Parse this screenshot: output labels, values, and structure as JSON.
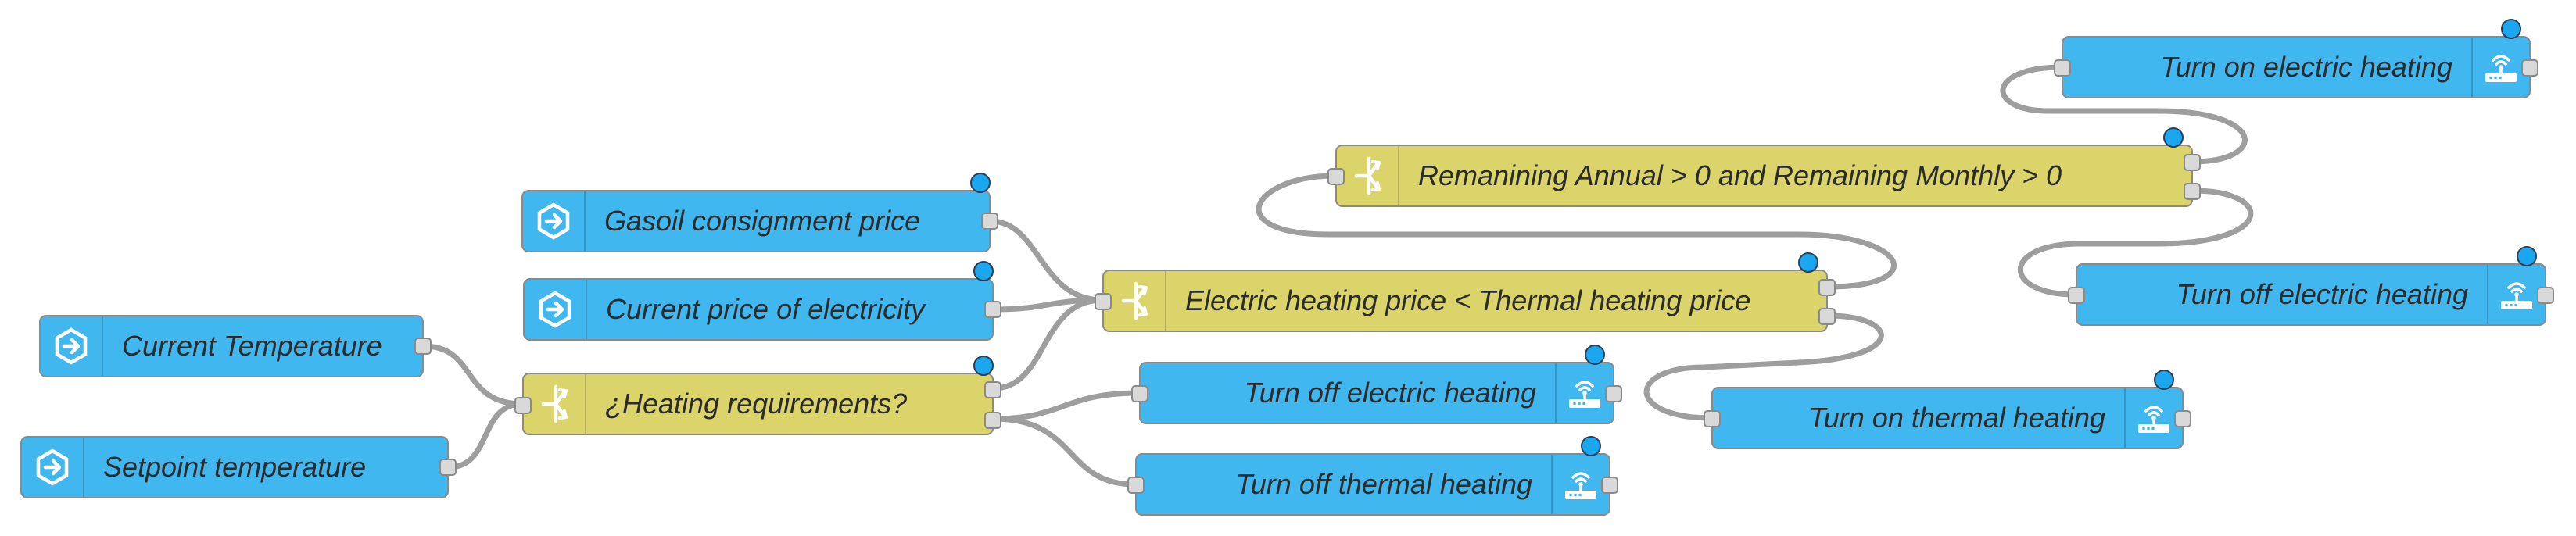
{
  "colors": {
    "node_blue": "#41b7ef",
    "node_yellow": "#dbd46b",
    "wire": "#9e9e9e",
    "status_dot": "#1aa7ef",
    "port": "#d9d9d9"
  },
  "nodes": {
    "current_temperature": {
      "label": "Current Temperature",
      "icon": "inject-icon"
    },
    "setpoint_temperature": {
      "label": "Setpoint temperature",
      "icon": "inject-icon"
    },
    "gasoil_price": {
      "label": "Gasoil consignment price",
      "icon": "inject-icon"
    },
    "electricity_price": {
      "label": "Current price of electricity",
      "icon": "inject-icon"
    },
    "heating_requirements": {
      "label": "¿Heating requirements?",
      "icon": "switch-icon"
    },
    "price_compare": {
      "label": "Electric heating price < Thermal heating price",
      "icon": "switch-icon"
    },
    "remaining_check": {
      "label": "Remanining Annual > 0 and Remaining Monthly > 0",
      "icon": "switch-icon"
    },
    "off_electric_1": {
      "label": "Turn off electric heating",
      "icon": "router-icon"
    },
    "off_thermal": {
      "label": "Turn off thermal heating",
      "icon": "router-icon"
    },
    "on_thermal": {
      "label": "Turn on thermal heating",
      "icon": "router-icon"
    },
    "on_electric": {
      "label": "Turn on electric heating",
      "icon": "router-icon"
    },
    "off_electric_2": {
      "label": "Turn off electric heating",
      "icon": "router-icon"
    }
  }
}
